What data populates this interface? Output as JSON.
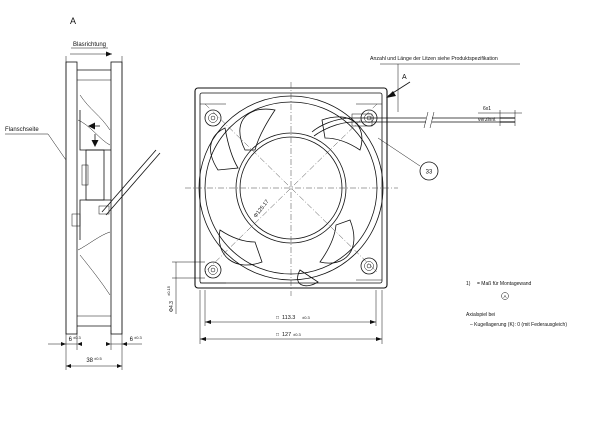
{
  "view_label": "A",
  "side_view": {
    "airflow_label": "Blasrichtung",
    "flange_label": "Flanschseite",
    "dim_left": "6",
    "dim_left_tol": "±0.3",
    "dim_right": "6",
    "dim_right_tol": "±0.3",
    "dim_depth": "38",
    "dim_depth_tol": "±0.5"
  },
  "front_view": {
    "diameter_label": "Φ125.17",
    "hole_dim": "Φ4.3",
    "hole_tol": "±0.15",
    "pitch_dim": "113.3",
    "pitch_tol": "±0.3",
    "size_dim": "127",
    "size_tol": "±0.3",
    "view_arrow_label": "A"
  },
  "wire": {
    "spec_note": "Anzahl und Länge der Litzen siehe Produktspezifikation",
    "strip_dim": "6x1",
    "strip_note": "verzinnt",
    "callout_number": "33"
  },
  "notes": {
    "footnote_marker": "1)",
    "footnote_text": "= Maß für Montagewand",
    "footnote_symbol": "A",
    "axial_title": "Axialspiel bei",
    "axial_item": "– Kugellagerung (K): 0 (mit Federausgleich)"
  }
}
